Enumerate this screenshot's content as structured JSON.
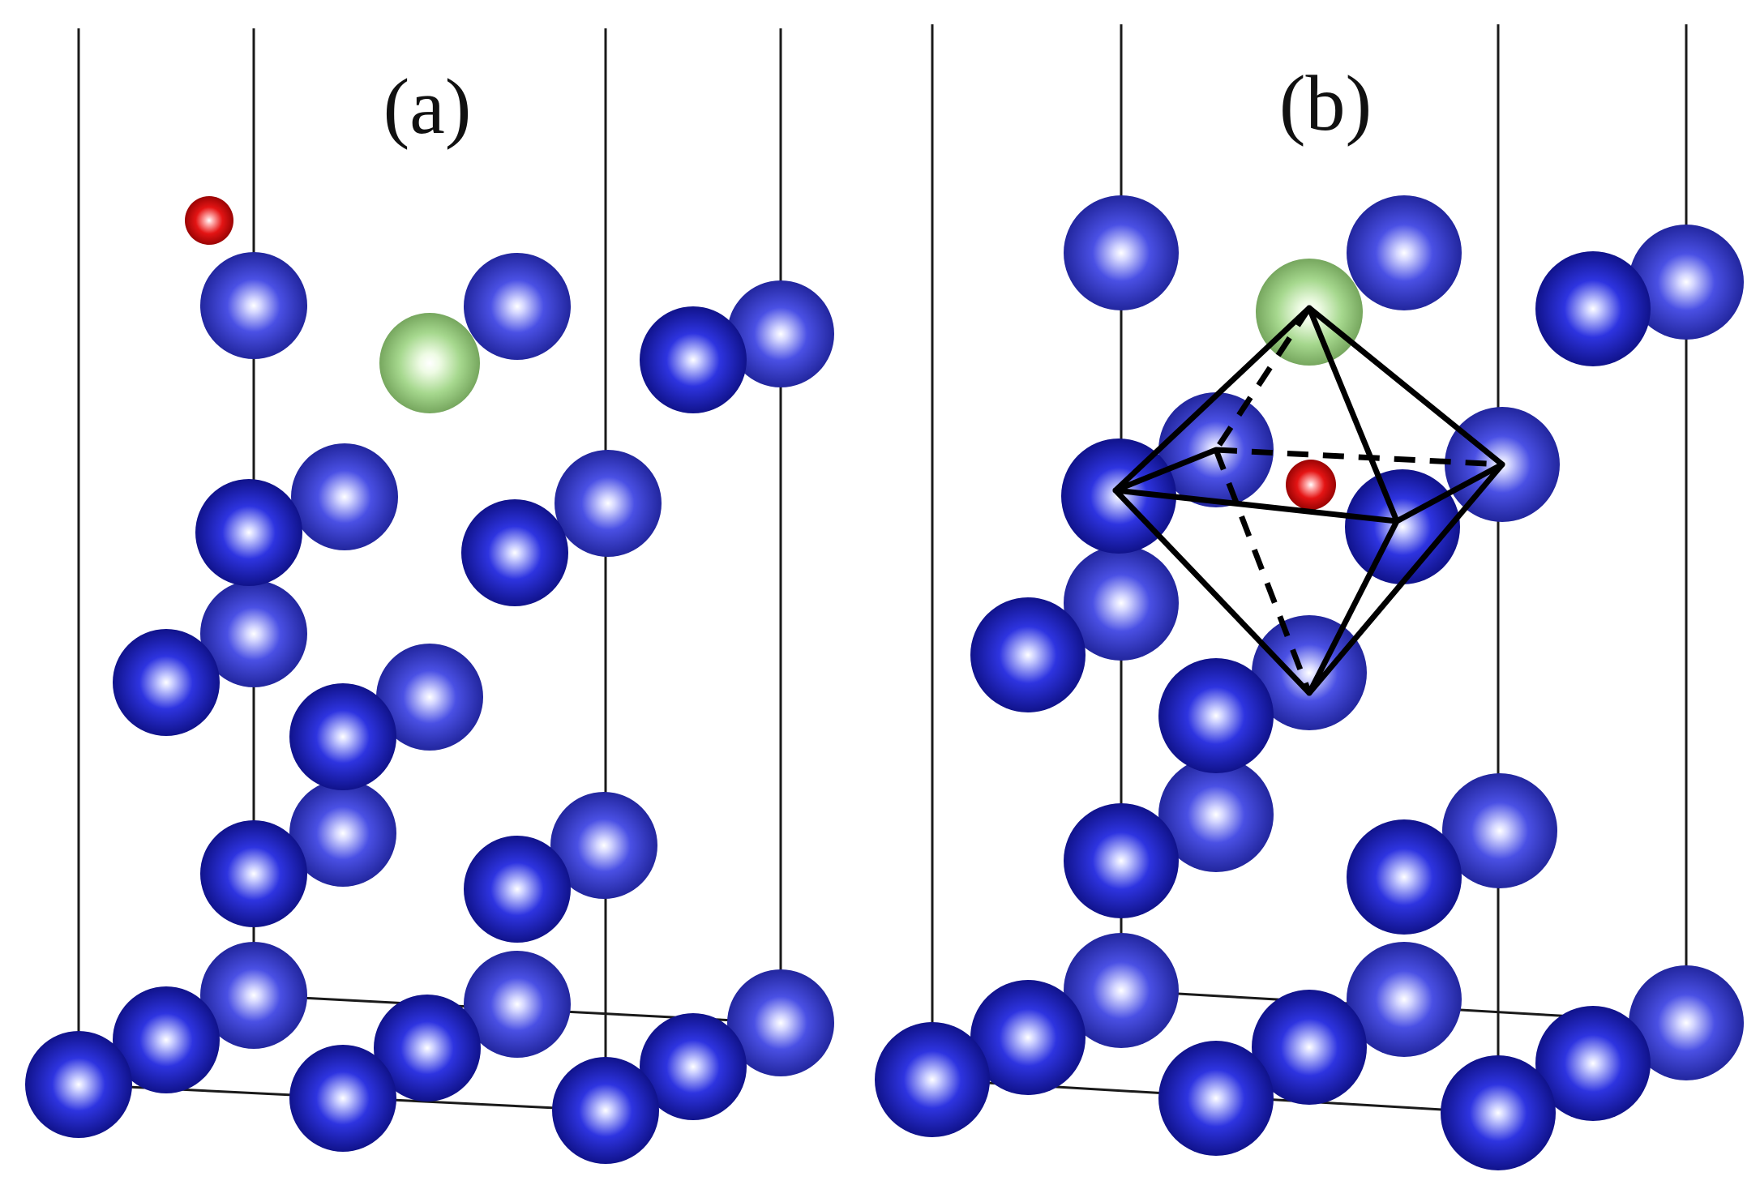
{
  "panels": [
    {
      "id": "a",
      "label": "(a)"
    },
    {
      "id": "b",
      "label": "(b)"
    }
  ],
  "colors": {
    "host_atom": "#1d22c8",
    "host_atom_back": "#3a3ed8",
    "interstitial_atom": "#e01010",
    "substituted_atom": "#9fd68a",
    "cell_line": "#1a1a1a",
    "octahedron": "#000000"
  }
}
